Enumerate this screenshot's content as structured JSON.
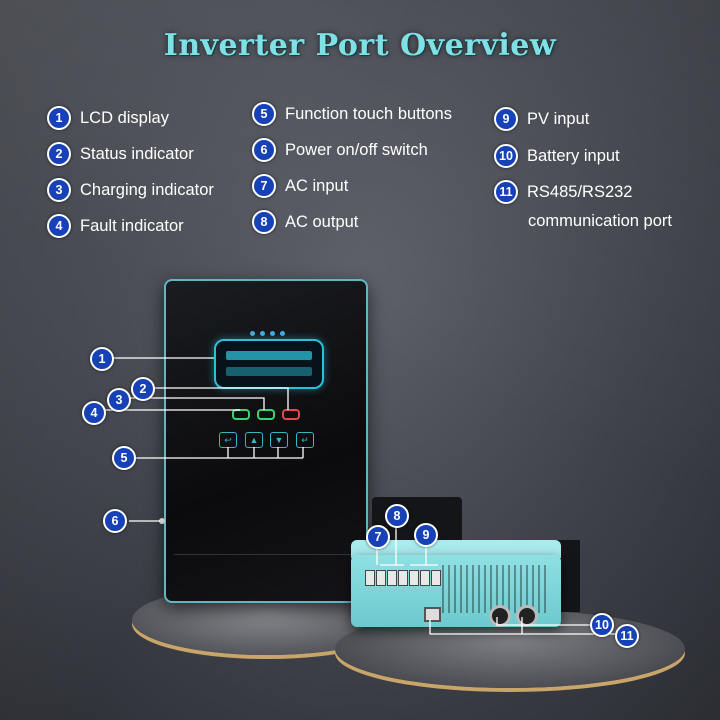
{
  "title": "Inverter Port Overview",
  "legend": [
    {
      "num": "1",
      "label": "LCD display"
    },
    {
      "num": "2",
      "label": "Status indicator"
    },
    {
      "num": "3",
      "label": "Charging indicator"
    },
    {
      "num": "4",
      "label": "Fault indicator"
    },
    {
      "num": "5",
      "label": "Function touch buttons"
    },
    {
      "num": "6",
      "label": "Power on/off switch"
    },
    {
      "num": "7",
      "label": "AC input"
    },
    {
      "num": "8",
      "label": "AC output"
    },
    {
      "num": "9",
      "label": "PV input"
    },
    {
      "num": "10",
      "label": "Battery input"
    },
    {
      "num": "11",
      "label": "RS485/RS232",
      "continuation": "communication port"
    }
  ],
  "callouts": [
    "1",
    "2",
    "3",
    "4",
    "5",
    "6",
    "7",
    "8",
    "9",
    "10",
    "11"
  ],
  "colors": {
    "title": "#7fe0e6",
    "badge": "#1742b7",
    "accent": "#2bc0d8"
  }
}
